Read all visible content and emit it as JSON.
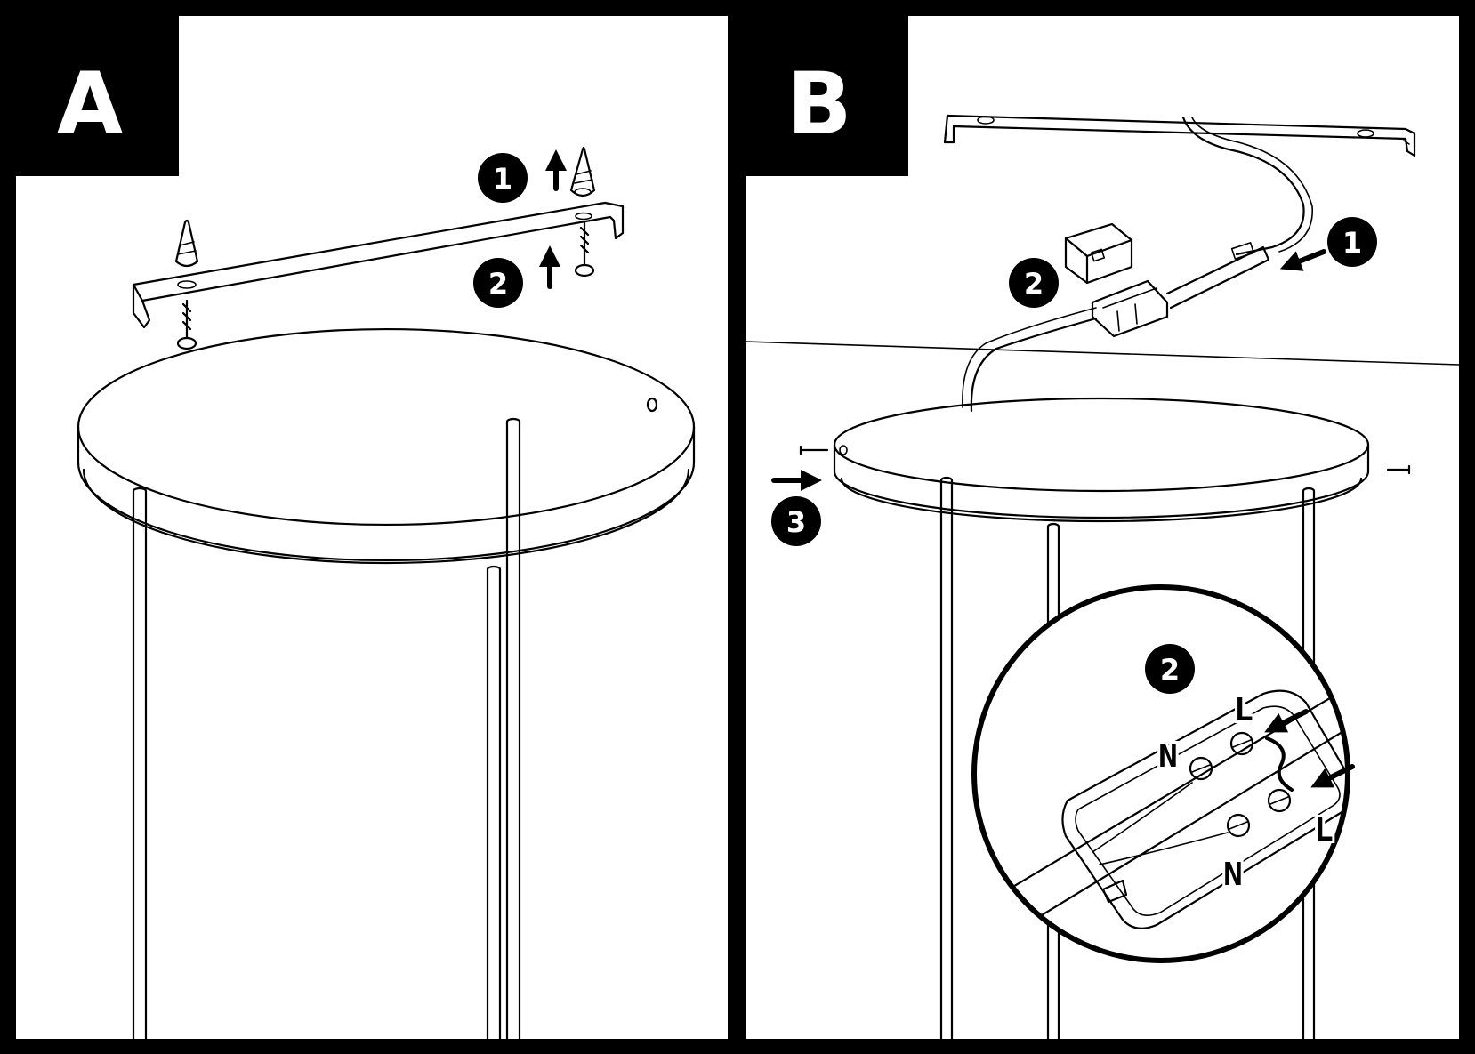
{
  "panels": [
    {
      "letter": "A",
      "steps": [
        "1",
        "2"
      ]
    },
    {
      "letter": "B",
      "steps": [
        "1",
        "2",
        "3"
      ]
    }
  ],
  "detail": {
    "step": "2",
    "wire_labels": {
      "live_top": "L",
      "neutral_left": "N",
      "live_bottom": "L",
      "neutral_bottom": "N"
    }
  },
  "colors": {
    "ink": "#000000",
    "paper": "#ffffff"
  }
}
